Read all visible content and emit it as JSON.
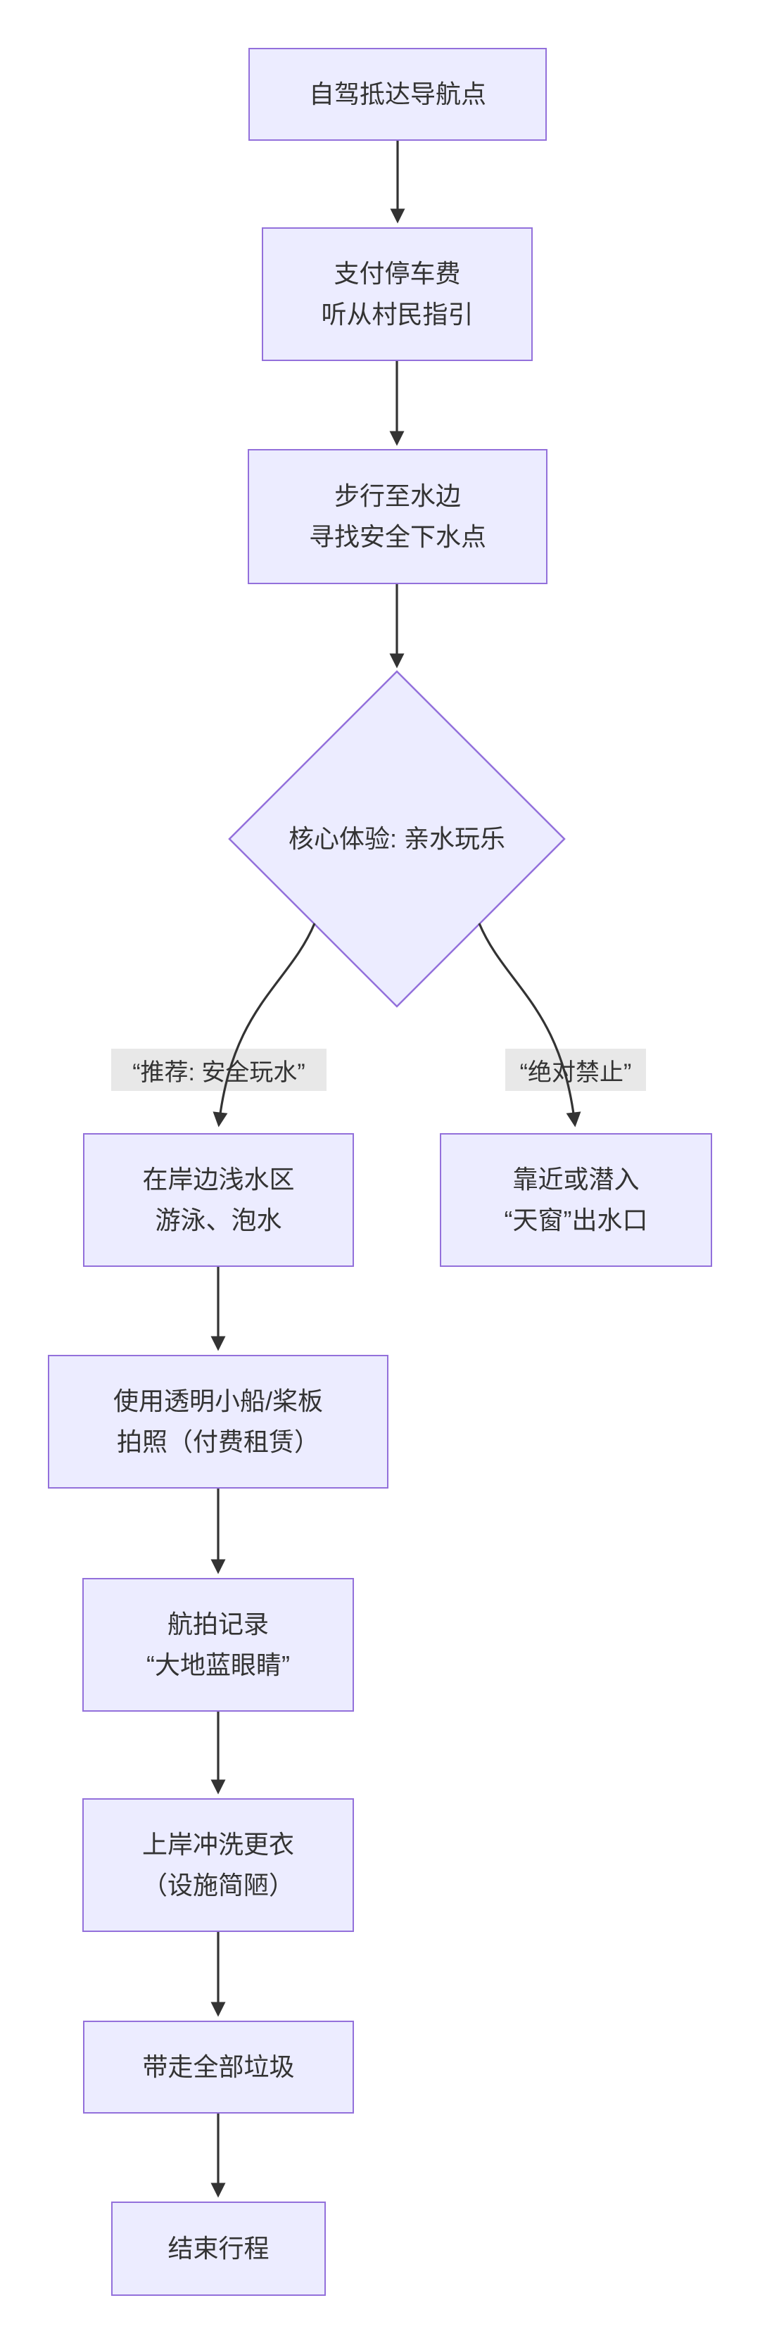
{
  "colors": {
    "background": "#ffffff",
    "node_fill": "#ECECFF",
    "node_border": "#9370DB",
    "edge_color": "#333333",
    "text_color": "#333333",
    "edge_label_bg": "#e8e8e8"
  },
  "nodes": {
    "arrive": {
      "lines": [
        "自驾抵达导航点"
      ]
    },
    "parking": {
      "lines": [
        "支付停车费",
        "听从村民指引"
      ]
    },
    "walk": {
      "lines": [
        "步行至水边",
        "寻找安全下水点"
      ]
    },
    "decision": {
      "lines": [
        "核心体验: 亲水玩乐"
      ]
    },
    "swim": {
      "lines": [
        "在岸边浅水区",
        "游泳、泡水"
      ]
    },
    "forbidden": {
      "lines": [
        "靠近或潜入",
        "“天窗”出水口"
      ]
    },
    "boat": {
      "lines": [
        "使用透明小船/桨板",
        "拍照（付费租赁）"
      ]
    },
    "aerial": {
      "lines": [
        "航拍记录",
        "“大地蓝眼睛”"
      ]
    },
    "rinse": {
      "lines": [
        "上岸冲洗更衣",
        "（设施简陋）"
      ]
    },
    "trash": {
      "lines": [
        "带走全部垃圾"
      ]
    },
    "end": {
      "lines": [
        "结束行程"
      ]
    }
  },
  "edge_labels": {
    "recommend": "“推荐: 安全玩水”",
    "forbid": "“绝对禁止”"
  }
}
